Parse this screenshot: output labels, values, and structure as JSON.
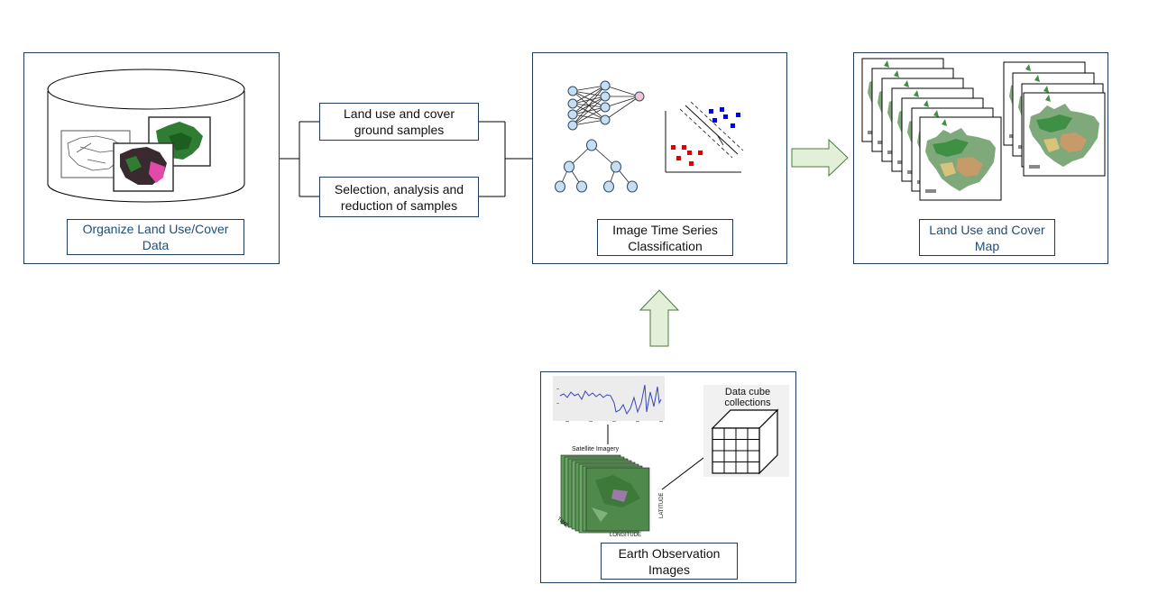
{
  "organize": {
    "label": "Organize Land Use/Cover Data"
  },
  "samples": {
    "ground": "Land use and cover ground samples",
    "selection": "Selection, analysis and reduction of samples"
  },
  "classification": {
    "label": "Image Time Series Classification"
  },
  "map": {
    "label": "Land Use and Cover Map"
  },
  "earth": {
    "label": "Earth Observation Images",
    "satellite_title": "Satellite Imagery",
    "axis_time": "TIME",
    "axis_longitude": "LONGITUDE",
    "axis_latitude": "LATITUDE",
    "cube_label": "Data cube collections"
  },
  "colors": {
    "border": "#1f3b5a",
    "arrow_fill": "#e2efd9",
    "arrow_stroke": "#4e7a3a",
    "map_green": "#3f8f45",
    "series_blue": "#3b45b8",
    "point_blue": "#0000ee",
    "point_red": "#e00000"
  }
}
